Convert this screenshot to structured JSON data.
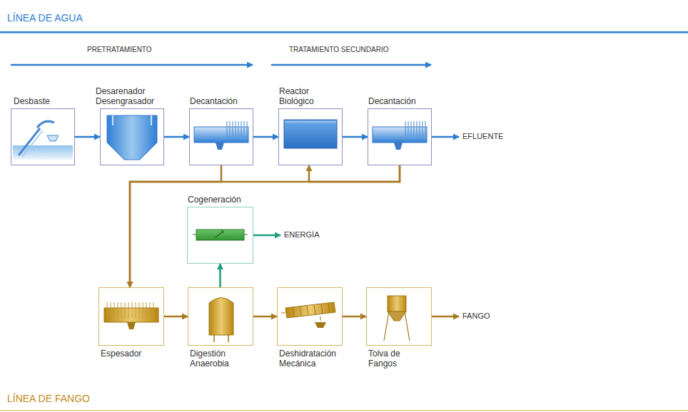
{
  "diagram": {
    "title": "LÍNEA DE AGUA",
    "nodes": [
      {
        "text": [
          "Desbaste"
        ]
      },
      {
        "text": [
          "Desarenador Desengrasador"
        ]
      },
      {
        "text": [
          "Decantación"
        ]
      },
      {
        "text": [
          "Reactor Biológico"
        ]
      },
      {
        "text": [
          "Decantación"
        ]
      },
      {
        "text": [
          "Cogeneración"
        ]
      },
      {
        "text": [
          "Espesador"
        ]
      },
      {
        "text": [
          "Digestión Anaerobia"
        ]
      },
      {
        "text": [
          "Deshidratación Mecánica"
        ]
      },
      {
        "text": [
          "Tolva de Fangos"
        ]
      }
    ],
    "edges": [
      {
        "from": 0,
        "to": 1,
        "arrow": "to"
      },
      {
        "from": 1,
        "to": 2,
        "arrow": "to"
      },
      {
        "from": 2,
        "to": 3,
        "arrow": "to"
      },
      {
        "from": 3,
        "to": 4,
        "arrow": "to"
      },
      {
        "from": 2,
        "to": 6,
        "arrow": "to"
      },
      {
        "from": 4,
        "to": 3,
        "arrow": "to"
      },
      {
        "from": 4,
        "to": 6,
        "arrow": "to"
      },
      {
        "from": 6,
        "to": 7,
        "arrow": "to"
      },
      {
        "from": 7,
        "to": 8,
        "arrow": "to"
      },
      {
        "from": 8,
        "to": 9,
        "arrow": "to"
      },
      {
        "from": 7,
        "to": 5,
        "arrow": "to"
      }
    ],
    "labels": [
      "PRETRATAMIENTO",
      "TRATAMIENTO SECUNDARIO",
      "EFLUENTE",
      "ENERGÍA",
      "FANGO",
      "LÍNEA DE FANGO"
    ]
  }
}
